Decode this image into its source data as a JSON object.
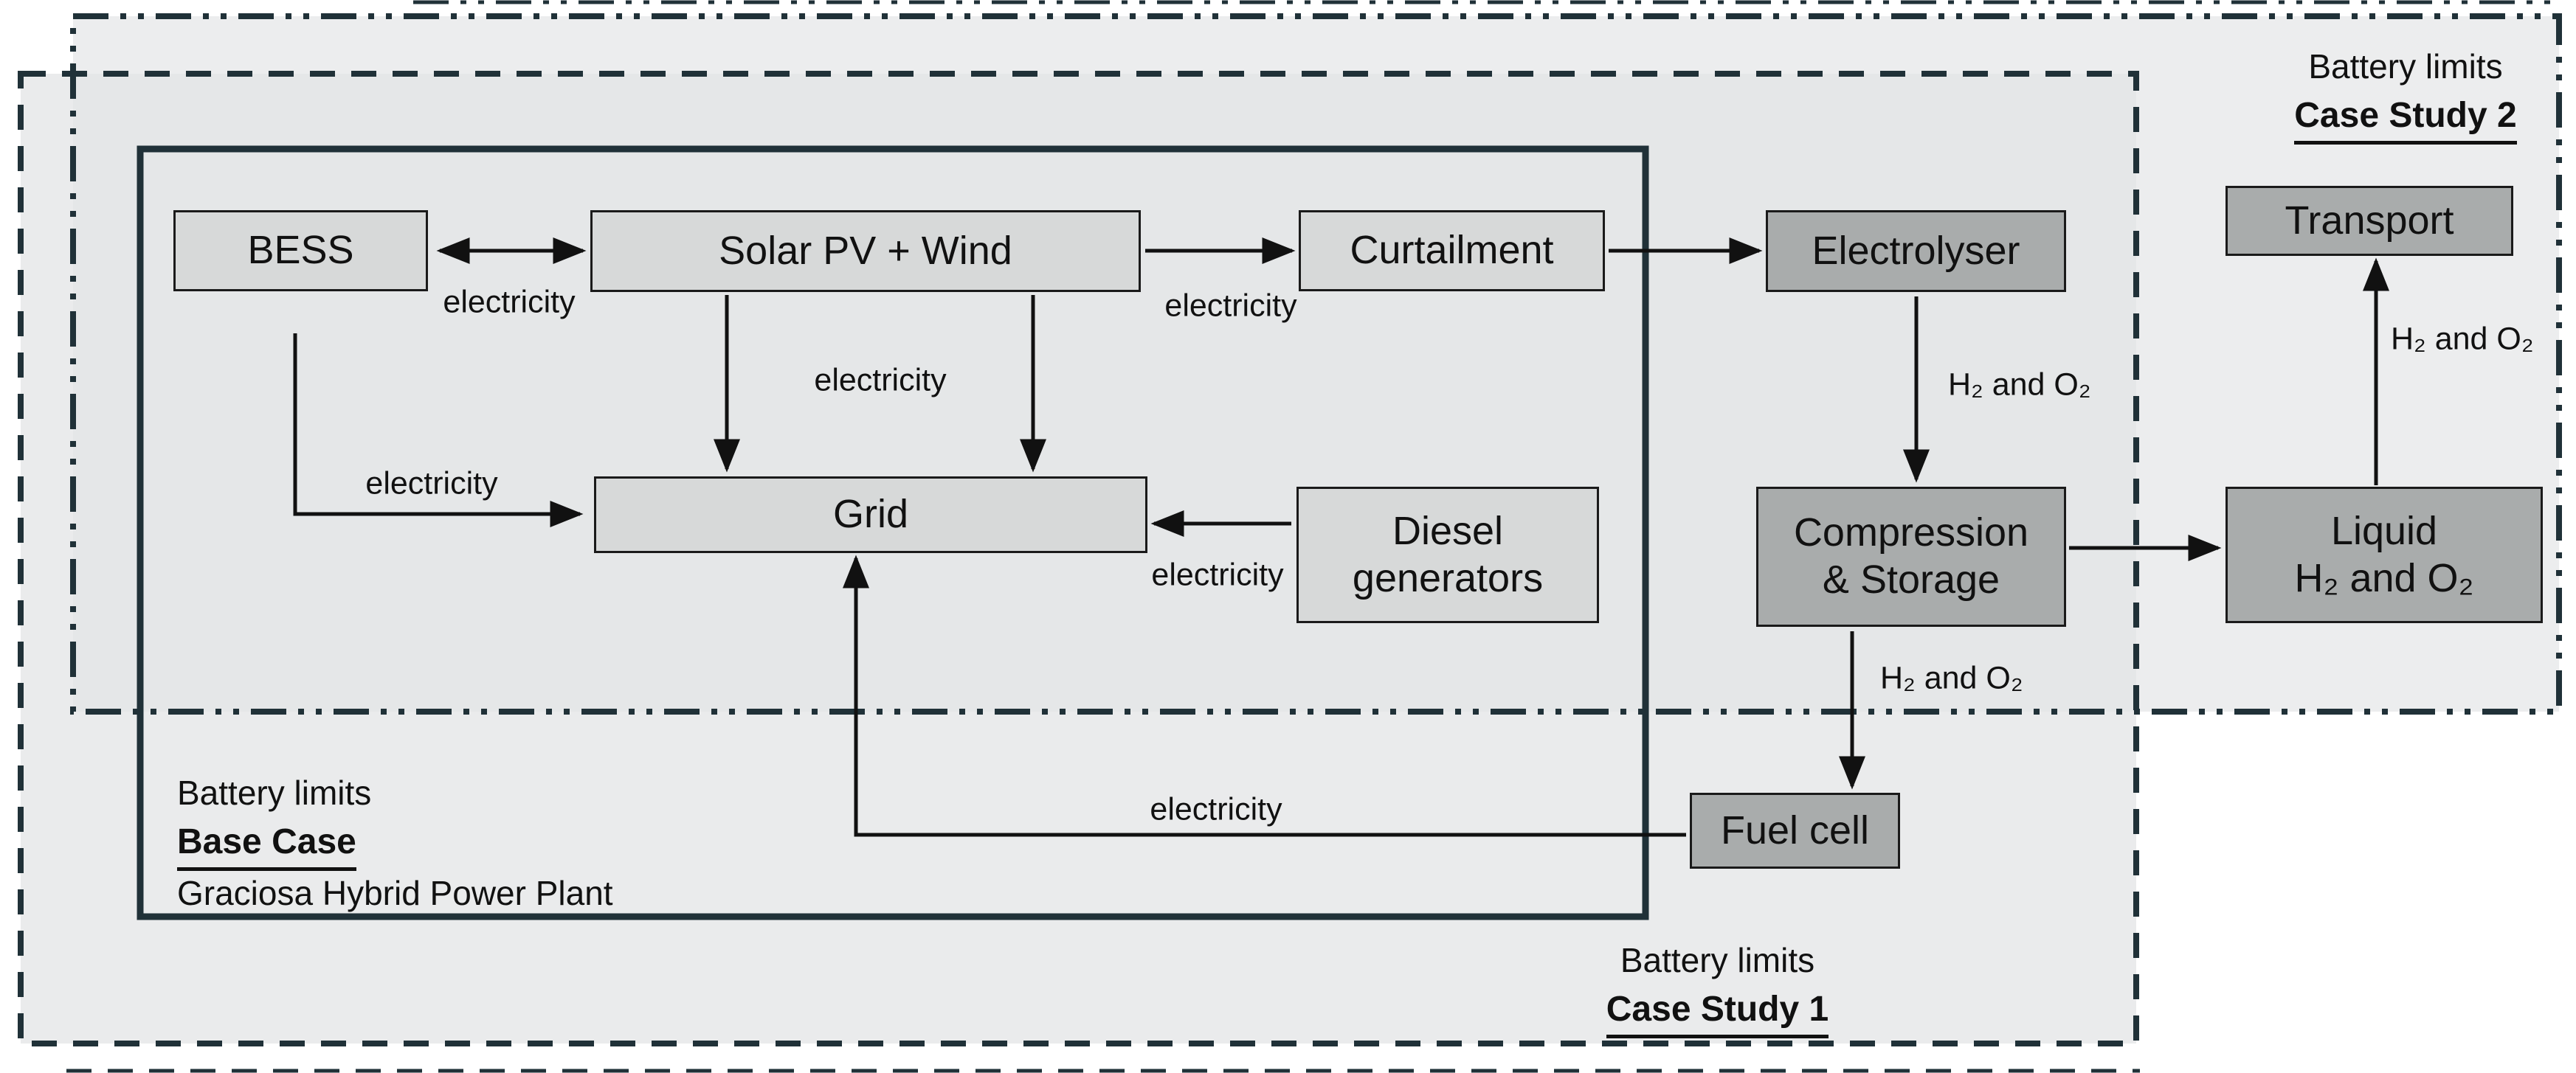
{
  "colors": {
    "page-bg": "#ffffff",
    "cs1-fill": "#eaebec",
    "cs2-fill": "#ecedee",
    "overlap-fill": "#e5e7e8",
    "region-border": "#203138",
    "box-light-fill": "#d7d9d9",
    "box-dark-fill": "#a9acac",
    "box-border": "#1a1a1a",
    "arrow": "#111111",
    "text": "#111111"
  },
  "boxes": {
    "bess": {
      "label": "BESS"
    },
    "solar_wind": {
      "label": "Solar PV + Wind"
    },
    "curtailment": {
      "label": "Curtailment"
    },
    "grid": {
      "label": "Grid"
    },
    "diesel": {
      "line1": "Diesel",
      "line2": "generators"
    },
    "electrolyser": {
      "label": "Electrolyser"
    },
    "compression": {
      "line1": "Compression",
      "line2": "& Storage"
    },
    "liquid": {
      "line1": "Liquid",
      "line2": "H₂ and O₂"
    },
    "transport": {
      "label": "Transport"
    },
    "fuel_cell": {
      "label": "Fuel cell"
    }
  },
  "flow_labels": {
    "bess_solar": "electricity",
    "solar_curtailment": "electricity",
    "solar_grid": "electricity",
    "bess_grid": "electricity",
    "diesel_grid": "electricity",
    "fuelcell_grid": "electricity",
    "electrolyser_compression": "H₂ and O₂",
    "compression_fuelcell": "H₂ and O₂",
    "liquid_transport": "H₂ and O₂"
  },
  "regions": {
    "case_study_2": {
      "line1": "Battery limits",
      "line2": "Case Study 2"
    },
    "case_study_1": {
      "line1": "Battery limits",
      "line2": "Case Study 1"
    },
    "base_case": {
      "line1": "Battery limits",
      "line2": "Base Case",
      "line3": "Graciosa Hybrid Power Plant"
    }
  }
}
